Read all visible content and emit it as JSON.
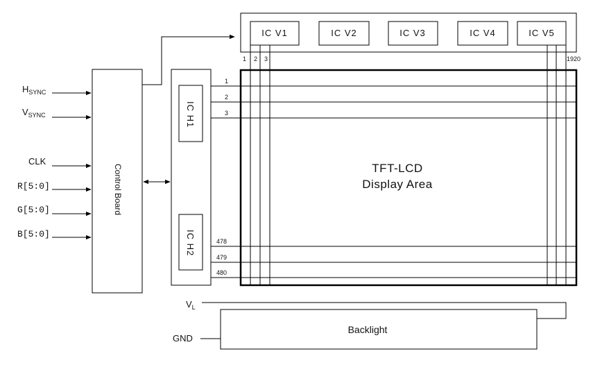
{
  "inputs": {
    "hsync_main": "H",
    "hsync_sub": "SYNC",
    "vsync_main": "V",
    "vsync_sub": "SYNC",
    "clk": "CLK",
    "r": "R[5:0]",
    "g": "G[5:0]",
    "b": "B[5:0]"
  },
  "control_board": "Control Board",
  "column_drivers": [
    "IC V1",
    "IC V2",
    "IC V3",
    "IC V4",
    "IC V5"
  ],
  "row_drivers": [
    "IC H1",
    "IC H2"
  ],
  "column_numbers": [
    "1",
    "2",
    "3",
    "1920"
  ],
  "row_numbers": [
    "1",
    "2",
    "3",
    "478",
    "479",
    "480"
  ],
  "display": {
    "title_line1": "TFT-LCD",
    "title_line2": "Display Area"
  },
  "power": {
    "vl_main": "V",
    "vl_sub": "L",
    "gnd": "GND"
  },
  "backlight": "Backlight"
}
